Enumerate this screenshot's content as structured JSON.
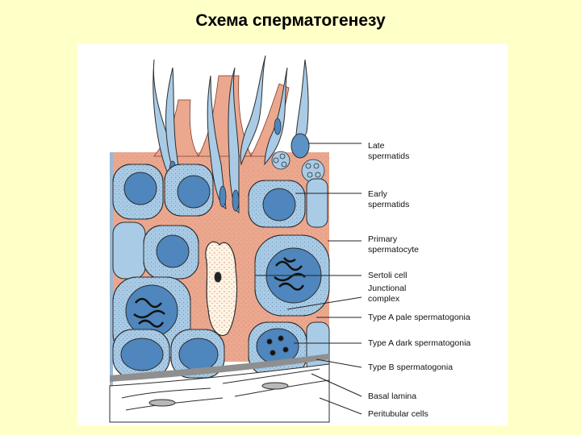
{
  "slide": {
    "title": "Схема сперматогенезу"
  },
  "labels": {
    "late_spermatids": [
      "Late",
      "spermatids"
    ],
    "early_spermatids": [
      "Early",
      "spermatids"
    ],
    "primary_spermatocyte": [
      "Primary",
      "spermatocyte"
    ],
    "sertoli_cell": [
      "Sertoli cell"
    ],
    "junctional_complex": [
      "Junctional",
      "complex"
    ],
    "type_a_pale": [
      "Type A pale spermatogonia"
    ],
    "type_a_dark": [
      "Type A dark spermatogonia"
    ],
    "type_b": [
      "Type B spermatogonia"
    ],
    "basal_lamina": [
      "Basal lamina"
    ],
    "peritubular_cells": [
      "Peritubular cells"
    ]
  },
  "colors": {
    "background": "#ffffc8",
    "cell_blue": "#a9cbe6",
    "nucleus_blue": "#4e86bd",
    "sertoli_pink": "#eba88f",
    "outline": "#2c2c2c"
  }
}
